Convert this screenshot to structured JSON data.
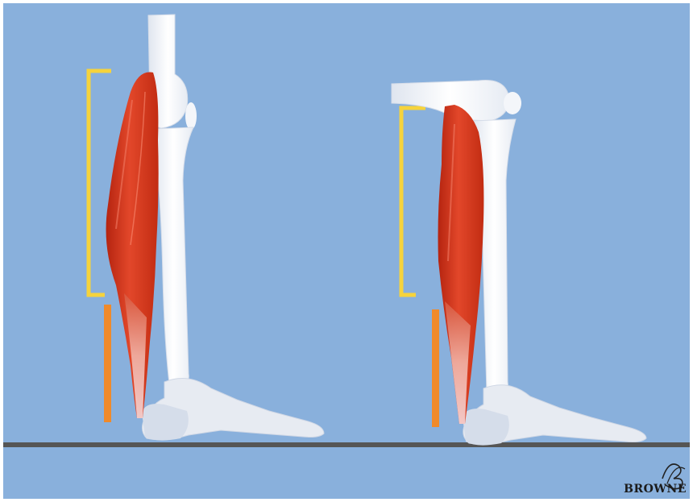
{
  "figure": {
    "panels": [
      "knee-extended",
      "knee-flexed"
    ],
    "colors": {
      "background": "#89b0dc",
      "ground": "#555555",
      "muscle": "#d63a1e",
      "muscle_dark": "#b52410",
      "bone": "#f2f4f8",
      "bone_shadow": "#d6dde9",
      "bracket": "#f6d33c",
      "tendon_bar": "#f08a2a"
    },
    "icons": [
      "leg-bones-icon",
      "gastrocnemius-muscle-icon",
      "artist-signature-icon"
    ]
  },
  "watermark": {
    "text": "BROWNE"
  }
}
